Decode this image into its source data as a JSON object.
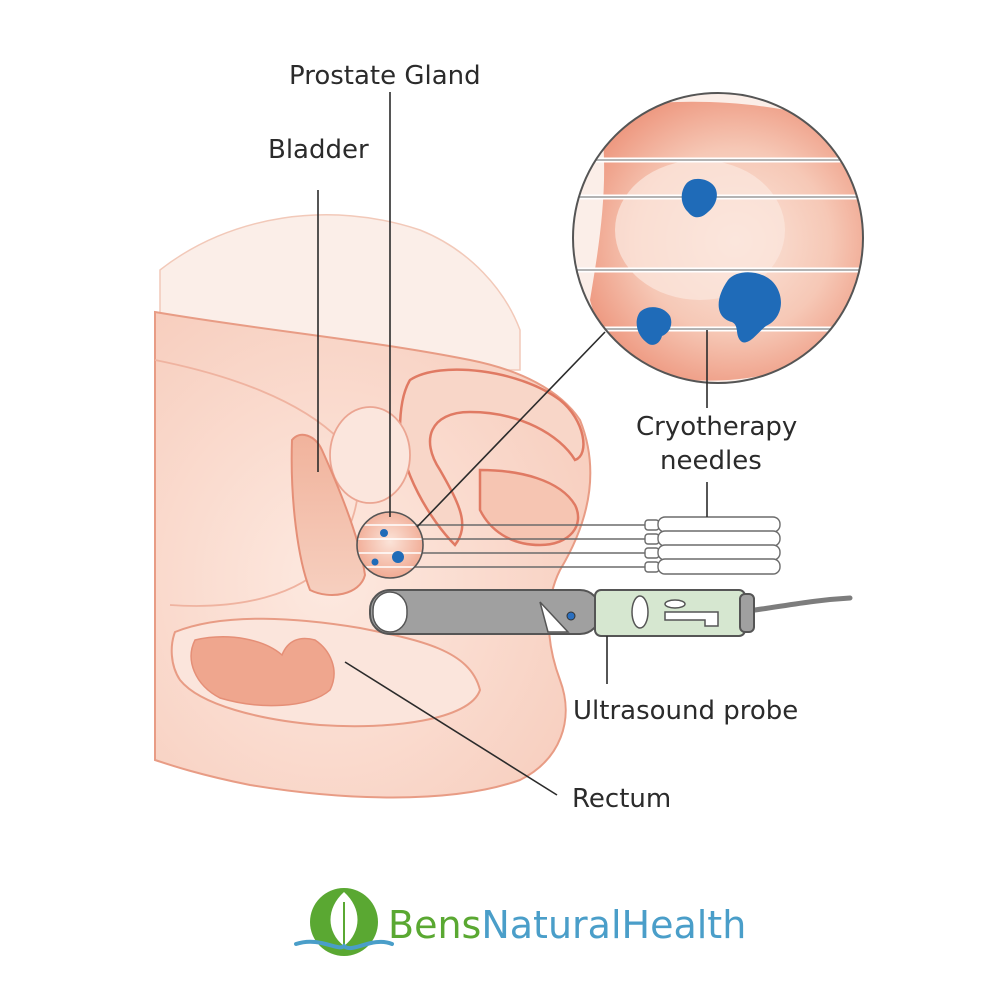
{
  "labels": {
    "prostate_gland": "Prostate Gland",
    "bladder": "Bladder",
    "cryotherapy_needles_line1": "Cryotherapy",
    "cryotherapy_needles_line2": "needles",
    "ultrasound_probe": "Ultrasound probe",
    "rectum": "Rectum"
  },
  "logo": {
    "brand_part1": "Bens",
    "brand_part2": "NaturalHealth",
    "icon": "leaf-icon"
  },
  "colors": {
    "tissue_light": "#f9d9cc",
    "tissue_mid": "#f3b9a4",
    "tissue_outline": "#e07a63",
    "tumor": "#1f6bb8",
    "probe_grey": "#9b9b9b",
    "probe_green": "#d5e6cf",
    "logo_green": "#5aa832",
    "logo_blue": "#4a9ec9"
  }
}
